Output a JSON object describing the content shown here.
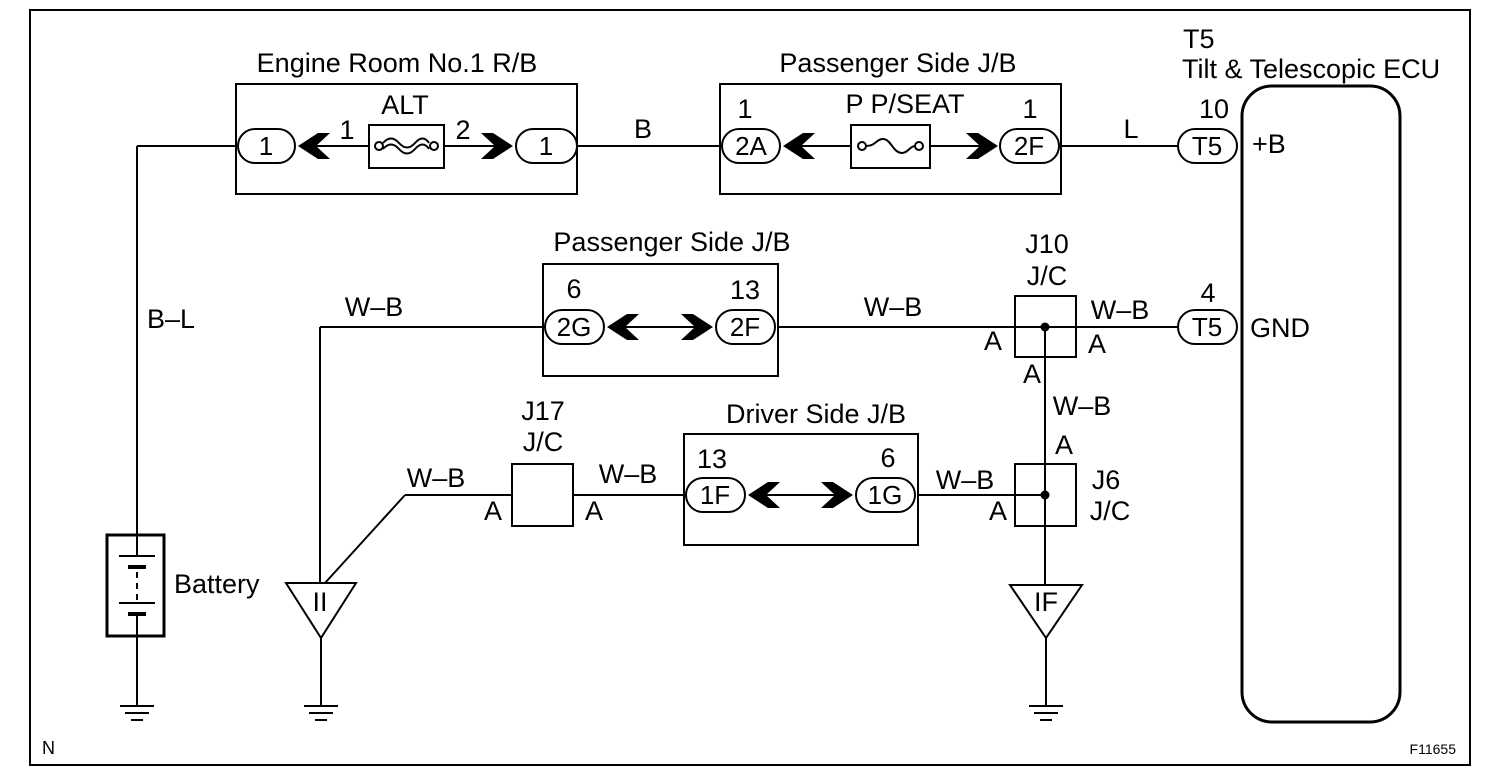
{
  "footer": {
    "corner_mark": "N",
    "figure_id": "F11655"
  },
  "battery": {
    "label": "Battery"
  },
  "grounds": {
    "ii": "II",
    "if": "IF"
  },
  "engine_room_rb": {
    "title": "Engine Room No.1 R/B",
    "fuse": "ALT",
    "fuse_in_pin": "1",
    "fuse_out_pin": "2",
    "input_connector": "1",
    "output_connector": "1"
  },
  "passenger_jb_upper": {
    "title": "Passenger Side J/B",
    "fuse": "P P/SEAT",
    "input_pin": "1",
    "input_connector": "2A",
    "output_pin": "1",
    "output_connector": "2F"
  },
  "passenger_jb_lower": {
    "title": "Passenger Side J/B",
    "left_pin": "6",
    "left_connector": "2G",
    "right_pin": "13",
    "right_connector": "2F"
  },
  "driver_jb": {
    "title": "Driver Side J/B",
    "left_pin": "13",
    "left_connector": "1F",
    "right_pin": "6",
    "right_connector": "1G"
  },
  "junctions": {
    "j10": {
      "code": "J10",
      "type": "J/C",
      "terminal": "A"
    },
    "j17": {
      "code": "J17",
      "type": "J/C",
      "terminal": "A"
    },
    "j6": {
      "code": "J6",
      "type": "J/C",
      "terminal": "A"
    }
  },
  "ecu": {
    "code": "T5",
    "name": "Tilt & Telescopic ECU",
    "power": {
      "pin": "10",
      "connector": "T5",
      "signal": "+B"
    },
    "ground": {
      "pin": "4",
      "connector": "T5",
      "signal": "GND"
    }
  },
  "wires": {
    "battery_to_rb": "B–L",
    "rb_to_jb": "B",
    "jb_to_ecu": "L",
    "ground_ii_to_jb": "W–B",
    "jb_to_j10": "W–B",
    "j10_to_ecu": "W–B",
    "j10_to_j6": "W–B",
    "ground_ii_to_j17": "W–B",
    "j17_to_jb": "W–B",
    "jb_to_j6": "W–B"
  }
}
